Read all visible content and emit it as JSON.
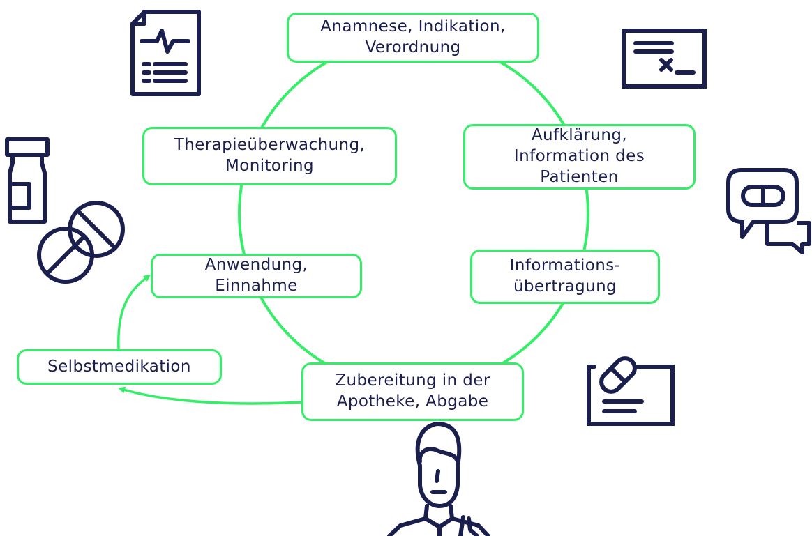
{
  "colors": {
    "accent": "#33ee66",
    "ink": "#1a1f4d",
    "background": "#ffffff"
  },
  "cycle": {
    "steps": [
      {
        "id": "anamnese",
        "lines": [
          "Anamnese, Indikation,",
          "Verordnung"
        ]
      },
      {
        "id": "aufklaerung",
        "lines": [
          "Aufklärung,",
          "Information des",
          "Patienten"
        ]
      },
      {
        "id": "informationsuebertragung",
        "lines": [
          "Informations-",
          "übertragung"
        ]
      },
      {
        "id": "zubereitung",
        "lines": [
          "Zubereitung in der",
          "Apotheke, Abgabe"
        ]
      },
      {
        "id": "anwendung",
        "lines": [
          "Anwendung,",
          "Einnahme"
        ]
      },
      {
        "id": "therapieueberwachung",
        "lines": [
          "Therapieüberwachung,",
          "Monitoring"
        ]
      }
    ]
  },
  "side_path": {
    "node": {
      "id": "selbstmedikation",
      "lines": [
        "Selbstmedikation"
      ]
    },
    "arrows": [
      "zubereitung-to-selbstmedikation",
      "selbstmedikation-to-anwendung"
    ]
  },
  "icons": [
    "medical-record-icon",
    "prescription-icon",
    "medication-vial-icon",
    "pills-icon",
    "pill-chat-icon",
    "pill-document-icon",
    "pharmacist-icon"
  ]
}
